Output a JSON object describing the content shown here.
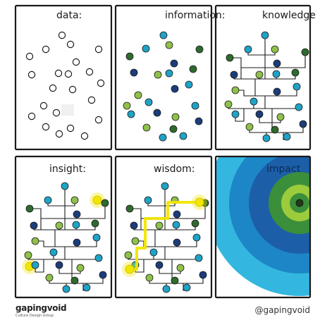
{
  "panels": [
    {
      "id": "data",
      "title": "data:"
    },
    {
      "id": "information",
      "title": "information:"
    },
    {
      "id": "knowledge",
      "title": "knowledge :"
    },
    {
      "id": "insight",
      "title": "insight:"
    },
    {
      "id": "wisdom",
      "title": "wisdom:"
    },
    {
      "id": "impact",
      "title": "impact"
    }
  ],
  "footer": {
    "brand": "gapingvoid",
    "brand_sub": "Culture Design Group",
    "handle": "@gapingvoid"
  },
  "colors": {
    "ink": "#1a1a1a",
    "dark_green": "#2e6b2e",
    "light_green": "#8fc14a",
    "teal": "#1fa3c7",
    "navy": "#1b3d7a",
    "yellow": "#f2e600",
    "impact_outer": "#33b7e0",
    "impact_mid": "#1d86c6",
    "impact_inner": "#1c5fa8",
    "impact_green_outer": "#3b8f3b",
    "impact_green_inner": "#9ccc3c"
  }
}
